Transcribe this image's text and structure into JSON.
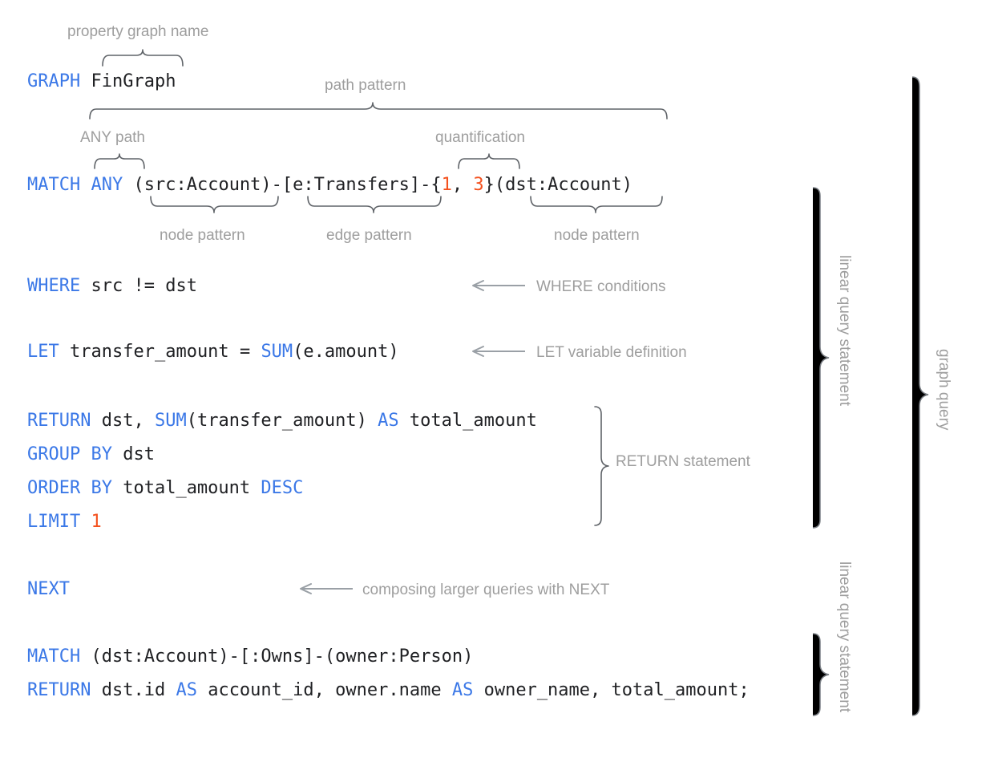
{
  "meta": {
    "kind": "gql-graph-query-annotated-diagram",
    "keyword_color": "#3b78e7",
    "number_color": "#f4511e",
    "text_color": "#202124",
    "annotation_color": "#9e9e9e",
    "brace_color": "#5f6368",
    "background": "#ffffff"
  },
  "code": {
    "line_graph": {
      "keyword": "GRAPH",
      "name": "FinGraph",
      "full": "GRAPH FinGraph"
    },
    "line_match": {
      "keyword": "MATCH",
      "any": "ANY",
      "src_node": "(src:Account)",
      "dash1": "-",
      "edge": "[e:Transfers]",
      "dash2": "-",
      "quant_open": "{",
      "quant_low": "1",
      "quant_sep": ", ",
      "quant_high": "3",
      "quant_close": "}",
      "dst_node": "(dst:Account)",
      "full": "MATCH ANY (src:Account)-[e:Transfers]-{1, 3}(dst:Account)"
    },
    "line_where": {
      "keyword": "WHERE",
      "expr": "src != dst",
      "full": "WHERE src != dst"
    },
    "line_let": {
      "keyword": "LET",
      "var": "transfer_amount",
      "eq": "=",
      "fn": "SUM",
      "arg": "(e.amount)",
      "full": "LET transfer_amount = SUM(e.amount)"
    },
    "line_return1": {
      "keyword": "RETURN",
      "cols": "dst, ",
      "fn": "SUM",
      "arg": "(transfer_amount) ",
      "as": "AS",
      "alias": " total_amount",
      "full": "RETURN dst, SUM(transfer_amount) AS total_amount"
    },
    "line_groupby": {
      "keyword": "GROUP BY",
      "expr": "dst",
      "full": "GROUP BY dst"
    },
    "line_orderby": {
      "keyword": "ORDER BY",
      "expr": "total_amount",
      "dir": "DESC",
      "full": "ORDER BY total_amount DESC"
    },
    "line_limit": {
      "keyword": "LIMIT",
      "value": "1",
      "full": "LIMIT 1"
    },
    "line_next": {
      "keyword": "NEXT",
      "full": "NEXT"
    },
    "line_match2": {
      "keyword": "MATCH",
      "pattern": "(dst:Account)-[:Owns]-(owner:Person)",
      "full": "MATCH (dst:Account)-[:Owns]-(owner:Person)"
    },
    "line_return2": {
      "keyword": "RETURN",
      "a": "dst.id ",
      "as1": "AS",
      "b": " account_id, owner.name ",
      "as2": "AS",
      "c": " owner_name, total_amount;",
      "full": "RETURN dst.id AS account_id, owner.name AS owner_name, total_amount;"
    }
  },
  "annotations": {
    "property_graph_name": "property graph name",
    "path_pattern": "path pattern",
    "any_path": "ANY path",
    "quantification": "quantification",
    "node_pattern_src": "node pattern",
    "edge_pattern": "edge pattern",
    "node_pattern_dst": "node pattern",
    "where_conditions": "WHERE conditions",
    "let_variable_definition": "LET variable definition",
    "return_statement": "RETURN statement",
    "composing_with_next": "composing larger queries with NEXT",
    "linear_query_statement_1": "linear query statement",
    "linear_query_statement_2": "linear query statement",
    "graph_query": "graph query"
  }
}
